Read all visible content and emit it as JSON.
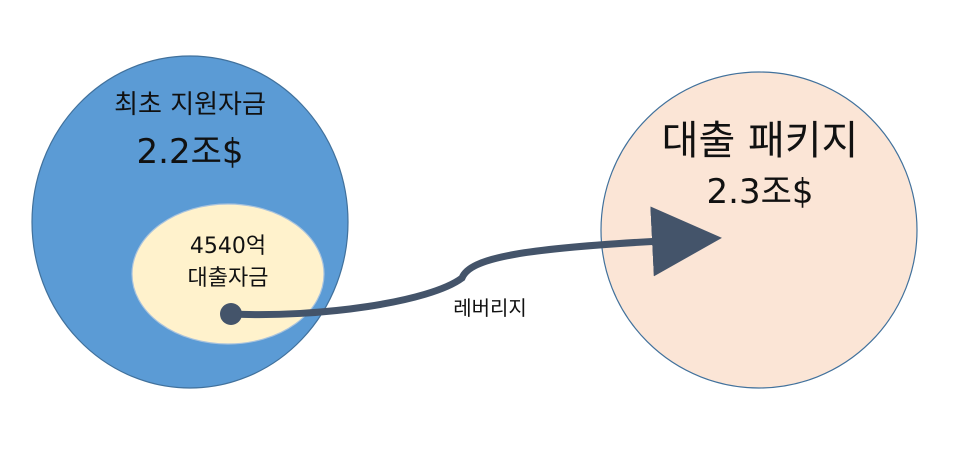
{
  "diagram": {
    "left_circle": {
      "title": "최초 지원자금",
      "value": "2.2조$",
      "fill": "#5b9bd5",
      "stroke": "#41719c"
    },
    "inner_circle": {
      "line1": "4540억",
      "line2": "대출자금",
      "fill": "#fff2cc",
      "stroke": "#a9c3dd"
    },
    "right_circle": {
      "title": "대출 패키지",
      "value": "2.3조$",
      "fill": "#fbe5d6",
      "stroke": "#41719c"
    },
    "arrow": {
      "label": "레버리지",
      "color": "#44546a"
    }
  }
}
